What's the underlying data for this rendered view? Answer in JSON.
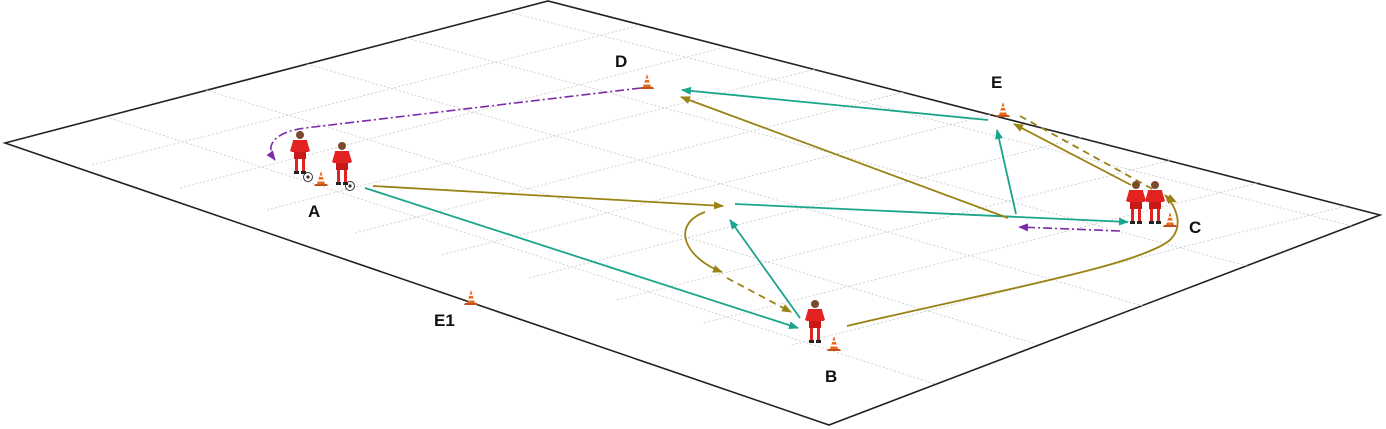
{
  "colors": {
    "field_fill": "#ffffff",
    "field_border": "#222222",
    "grid": "#c8c8c8",
    "pass_arrow": "#1aa68a",
    "run_arrow": "#9a8214",
    "dribble_arrow": "#7a2aa8",
    "player_kit": "#e32222",
    "cone": "#e8691e"
  },
  "stations": {
    "a": "A",
    "b": "B",
    "c": "C",
    "d": "D",
    "e": "E",
    "e1": "E1"
  },
  "icons": {
    "player": "footballer-figure",
    "cone": "training-cone",
    "ball": "soccer-ball"
  }
}
